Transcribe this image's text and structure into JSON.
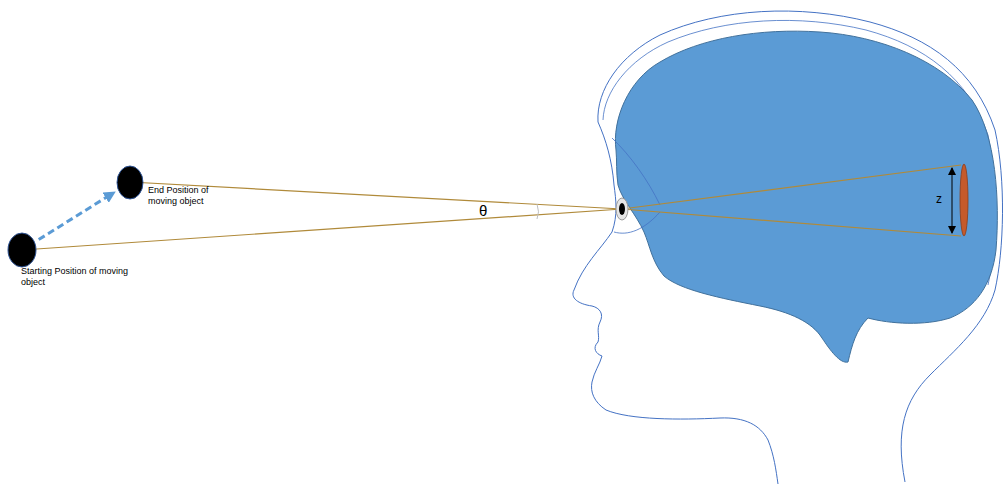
{
  "diagram": {
    "nodes": [
      {
        "text": [
          "End Position of moving object"
        ]
      },
      {
        "text": [
          "Starting Position of moving object"
        ]
      }
    ],
    "edges": [
      {
        "from": 1,
        "to": 0,
        "arrow": "to"
      }
    ],
    "labels": [
      "θ",
      "z"
    ]
  }
}
